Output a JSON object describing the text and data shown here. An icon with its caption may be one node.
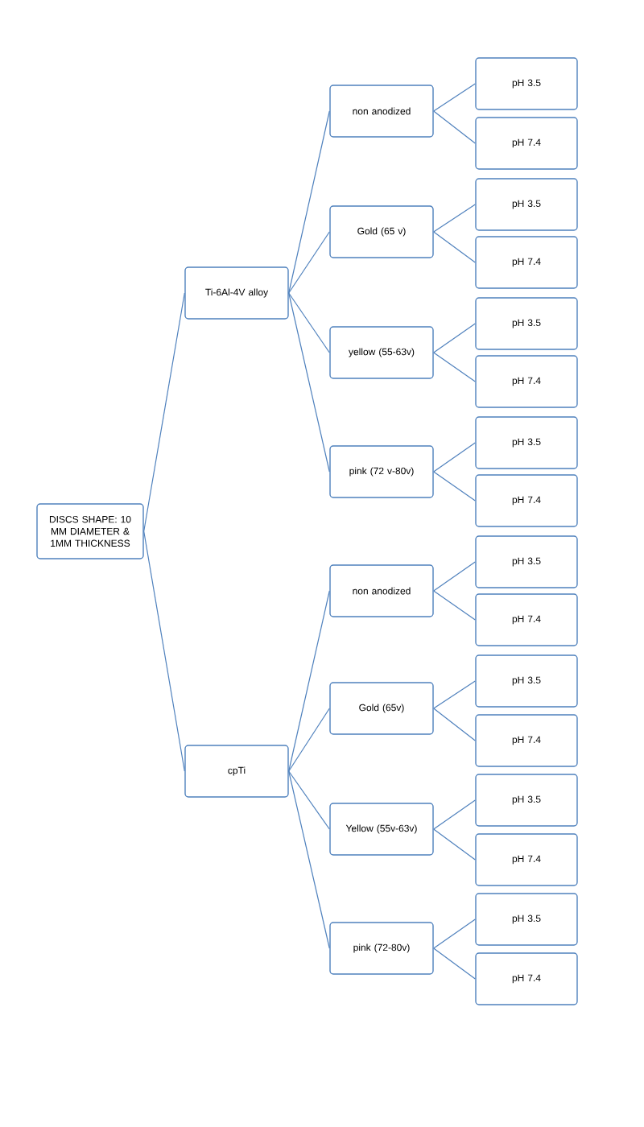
{
  "diagram": {
    "nodes": [
      {
        "text": [
          "DISCS SHAPE: 10 MM DIAMETER & 1MM THICKNESS"
        ]
      },
      {
        "text": [
          "Ti-6Al-4V alloy"
        ]
      },
      {
        "text": [
          "non anodized"
        ]
      },
      {
        "text": [
          "pH 3.5"
        ]
      },
      {
        "text": [
          "pH 7.4"
        ]
      },
      {
        "text": [
          "Gold (65 v)"
        ]
      },
      {
        "text": [
          "pH 3.5"
        ]
      },
      {
        "text": [
          "pH 7.4"
        ]
      },
      {
        "text": [
          "yellow (55-63v)"
        ]
      },
      {
        "text": [
          "pH 3.5"
        ]
      },
      {
        "text": [
          "pH 7.4"
        ]
      },
      {
        "text": [
          "pink (72 v-80v)"
        ]
      },
      {
        "text": [
          "pH 3.5"
        ]
      },
      {
        "text": [
          "pH 7.4"
        ]
      },
      {
        "text": [
          "cpTi"
        ]
      },
      {
        "text": [
          "non anodized"
        ]
      },
      {
        "text": [
          "pH 3.5"
        ]
      },
      {
        "text": [
          "pH 7.4"
        ]
      },
      {
        "text": [
          "Gold (65v)"
        ]
      },
      {
        "text": [
          "pH 3.5"
        ]
      },
      {
        "text": [
          "pH 7.4"
        ]
      },
      {
        "text": [
          "Yellow (55v-63v)"
        ]
      },
      {
        "text": [
          "pH 3.5"
        ]
      },
      {
        "text": [
          "pH 7.4"
        ]
      },
      {
        "text": [
          "pink (72-80v)"
        ]
      },
      {
        "text": [
          "pH 3.5"
        ]
      },
      {
        "text": [
          "pH 7.4"
        ]
      }
    ],
    "edges": [
      {
        "from": 0,
        "to": 1,
        "arrow": "none"
      },
      {
        "from": 0,
        "to": 14,
        "arrow": "none"
      },
      {
        "from": 1,
        "to": 2,
        "arrow": "none"
      },
      {
        "from": 1,
        "to": 5,
        "arrow": "none"
      },
      {
        "from": 1,
        "to": 8,
        "arrow": "none"
      },
      {
        "from": 1,
        "to": 11,
        "arrow": "none"
      },
      {
        "from": 2,
        "to": 3,
        "arrow": "none"
      },
      {
        "from": 2,
        "to": 4,
        "arrow": "none"
      },
      {
        "from": 5,
        "to": 6,
        "arrow": "none"
      },
      {
        "from": 5,
        "to": 7,
        "arrow": "none"
      },
      {
        "from": 8,
        "to": 9,
        "arrow": "none"
      },
      {
        "from": 8,
        "to": 10,
        "arrow": "none"
      },
      {
        "from": 11,
        "to": 12,
        "arrow": "none"
      },
      {
        "from": 11,
        "to": 13,
        "arrow": "none"
      },
      {
        "from": 14,
        "to": 15,
        "arrow": "none"
      },
      {
        "from": 14,
        "to": 18,
        "arrow": "none"
      },
      {
        "from": 14,
        "to": 21,
        "arrow": "none"
      },
      {
        "from": 14,
        "to": 24,
        "arrow": "none"
      },
      {
        "from": 15,
        "to": 16,
        "arrow": "none"
      },
      {
        "from": 15,
        "to": 17,
        "arrow": "none"
      },
      {
        "from": 18,
        "to": 19,
        "arrow": "none"
      },
      {
        "from": 18,
        "to": 20,
        "arrow": "none"
      },
      {
        "from": 21,
        "to": 22,
        "arrow": "none"
      },
      {
        "from": 21,
        "to": 23,
        "arrow": "none"
      },
      {
        "from": 24,
        "to": 25,
        "arrow": "none"
      },
      {
        "from": 24,
        "to": 26,
        "arrow": "none"
      }
    ]
  }
}
